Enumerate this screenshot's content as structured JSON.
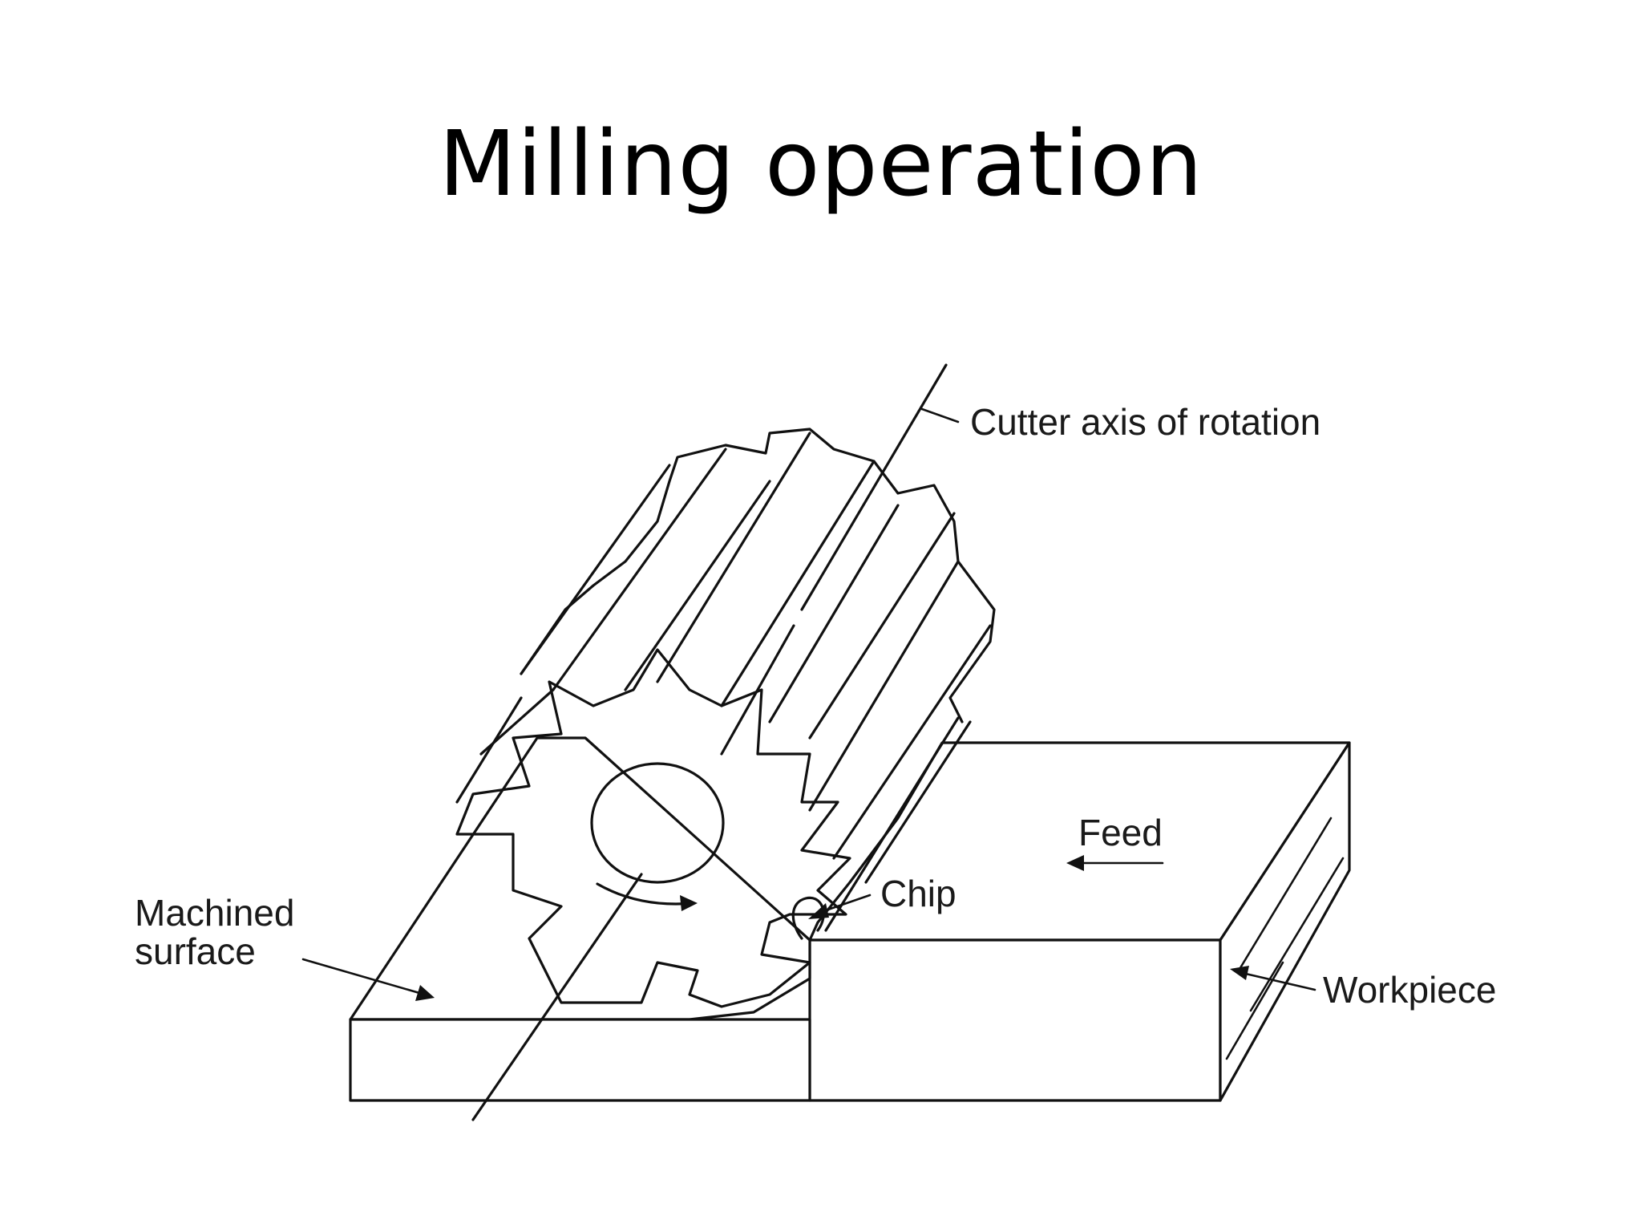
{
  "slide": {
    "title": "Milling operation"
  },
  "diagram": {
    "labels": {
      "cutter_axis": "Cutter axis of rotation",
      "feed": "Feed",
      "chip": "Chip",
      "machined_surface_line1": "Machined",
      "machined_surface_line2": "surface",
      "workpiece": "Workpiece"
    }
  }
}
